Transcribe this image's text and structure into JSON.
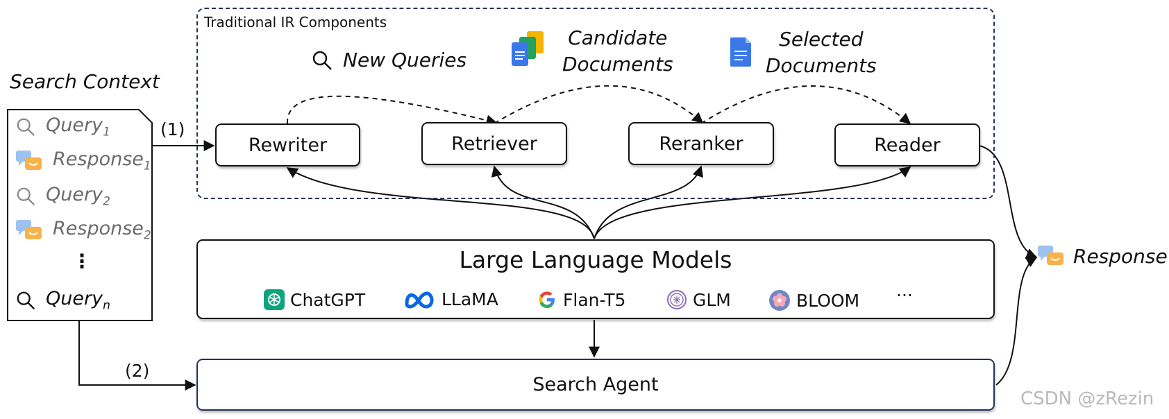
{
  "ir_group": {
    "title": "Traditional IR Components"
  },
  "artifacts": {
    "new_queries": "New Queries",
    "candidate_documents": [
      "Candidate",
      "Documents"
    ],
    "selected_documents": [
      "Selected",
      "Documents"
    ]
  },
  "components": {
    "rewriter": "Rewriter",
    "retriever": "Retriever",
    "reranker": "Reranker",
    "reader": "Reader"
  },
  "search_context": {
    "title": "Search Context",
    "items": [
      {
        "kind": "query",
        "label": "Query",
        "sub": "1"
      },
      {
        "kind": "response",
        "label": "Response",
        "sub": "1"
      },
      {
        "kind": "query",
        "label": "Query",
        "sub": "2"
      },
      {
        "kind": "response",
        "label": "Response",
        "sub": "2"
      },
      {
        "kind": "ellipsis",
        "label": "⋮",
        "sub": ""
      },
      {
        "kind": "query-current",
        "label": "Query",
        "sub": "n"
      }
    ]
  },
  "llm": {
    "title": "Large Language Models",
    "models": [
      "ChatGPT",
      "LLaMA",
      "Flan-T5",
      "GLM",
      "BLOOM",
      "···"
    ]
  },
  "search_agent": {
    "label": "Search Agent"
  },
  "paths": {
    "step1": "(1)",
    "step2": "(2)"
  },
  "response": {
    "label": "Response"
  },
  "watermark": "CSDN @zRezin",
  "colors": {
    "ir_frame": "#22335a",
    "agent_border": "#23345c",
    "doc_blue": "#3b78e7",
    "doc_green": "#22a35a",
    "doc_yellow": "#f4b400",
    "chatgpt_green": "#10a37f",
    "meta_blue": "#0a66e4",
    "glm_purple": "#8e6bb8",
    "bloom_blue": "#6d87c7",
    "bloom_pink": "#f5a8b8",
    "bubble_blue": "#9cc2f0",
    "bubble_orange": "#f7b24a"
  }
}
